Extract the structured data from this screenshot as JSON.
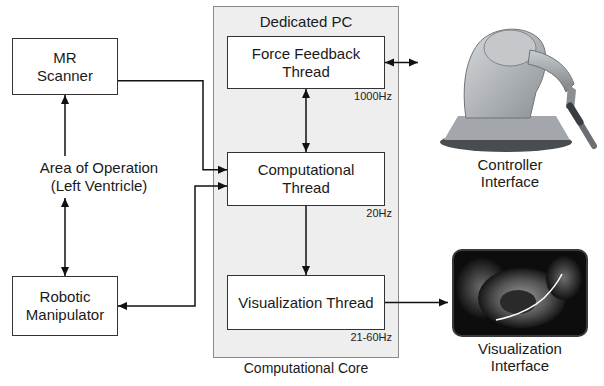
{
  "diagram": {
    "nodes": [
      {
        "text": [
          "MR Scanner"
        ]
      },
      {
        "text": [
          "Dedicated PC",
          "Computational Core"
        ]
      },
      {
        "text": [
          "Force Feedback Thread"
        ],
        "in": 1
      },
      {
        "text": [
          "Computational Thread"
        ],
        "in": 1
      },
      {
        "text": [
          "Visualization Thread"
        ],
        "in": 1
      },
      {
        "text": [
          "Area of Operation (Left Ventricle)"
        ]
      },
      {
        "text": [
          "Robotic Manipulator"
        ]
      },
      {
        "text": [
          "Controller Interface"
        ]
      },
      {
        "text": [
          "Visualization Interface"
        ]
      }
    ],
    "edges": [
      {
        "from": 5,
        "to": 0,
        "arrow": "to"
      },
      {
        "from": 5,
        "to": 6,
        "arrow": "both"
      },
      {
        "from": 0,
        "to": 3,
        "arrow": "to"
      },
      {
        "from": 6,
        "to": 3,
        "arrow": "both"
      },
      {
        "from": 2,
        "to": 3,
        "arrow": "both"
      },
      {
        "from": 2,
        "to": 7,
        "arrow": "both"
      },
      {
        "from": 3,
        "to": 4,
        "arrow": "to"
      },
      {
        "from": 4,
        "to": 8,
        "arrow": "to"
      }
    ],
    "labels": [
      "1000Hz",
      "20Hz",
      "21-60Hz"
    ]
  }
}
